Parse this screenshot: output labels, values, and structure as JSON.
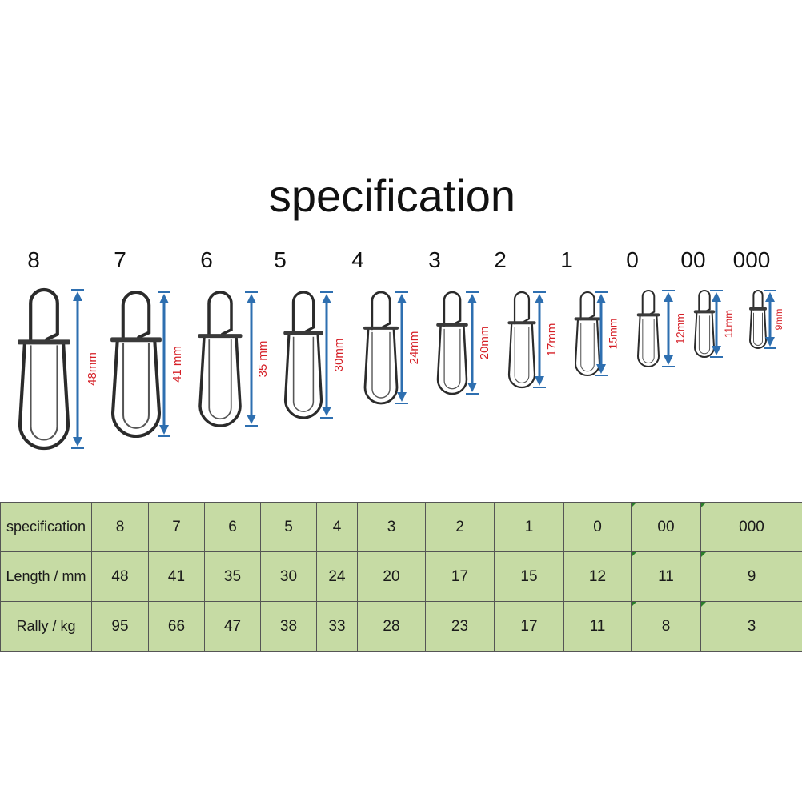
{
  "title": "specification",
  "snaps": [
    {
      "size": "8",
      "length": "48mm"
    },
    {
      "size": "7",
      "length": "41 mm"
    },
    {
      "size": "6",
      "length": "35 mm"
    },
    {
      "size": "5",
      "length": "30mm"
    },
    {
      "size": "4",
      "length": "24mm"
    },
    {
      "size": "3",
      "length": "20mm"
    },
    {
      "size": "2",
      "length": "17mm"
    },
    {
      "size": "1",
      "length": "15mm"
    },
    {
      "size": "0",
      "length": "12mm"
    },
    {
      "size": "00",
      "length": "11mm"
    },
    {
      "size": "000",
      "length": "9mm"
    }
  ],
  "table": {
    "rows": [
      {
        "header": "specification",
        "cells": [
          "8",
          "7",
          "6",
          "5",
          "4",
          "3",
          "2",
          "1",
          "0",
          "00",
          "000"
        ]
      },
      {
        "header": "Length / mm",
        "cells": [
          "48",
          "41",
          "35",
          "30",
          "24",
          "20",
          "17",
          "15",
          "12",
          "11",
          "9"
        ]
      },
      {
        "header": "Rally / kg",
        "cells": [
          "95",
          "66",
          "47",
          "38",
          "33",
          "28",
          "23",
          "17",
          "11",
          "8",
          "3"
        ]
      }
    ]
  },
  "colors": {
    "table_bg": "#c6dba4",
    "arrow": "#2e6fb0",
    "dimension_text": "#d51f26",
    "metal": "#2b2b2b"
  }
}
